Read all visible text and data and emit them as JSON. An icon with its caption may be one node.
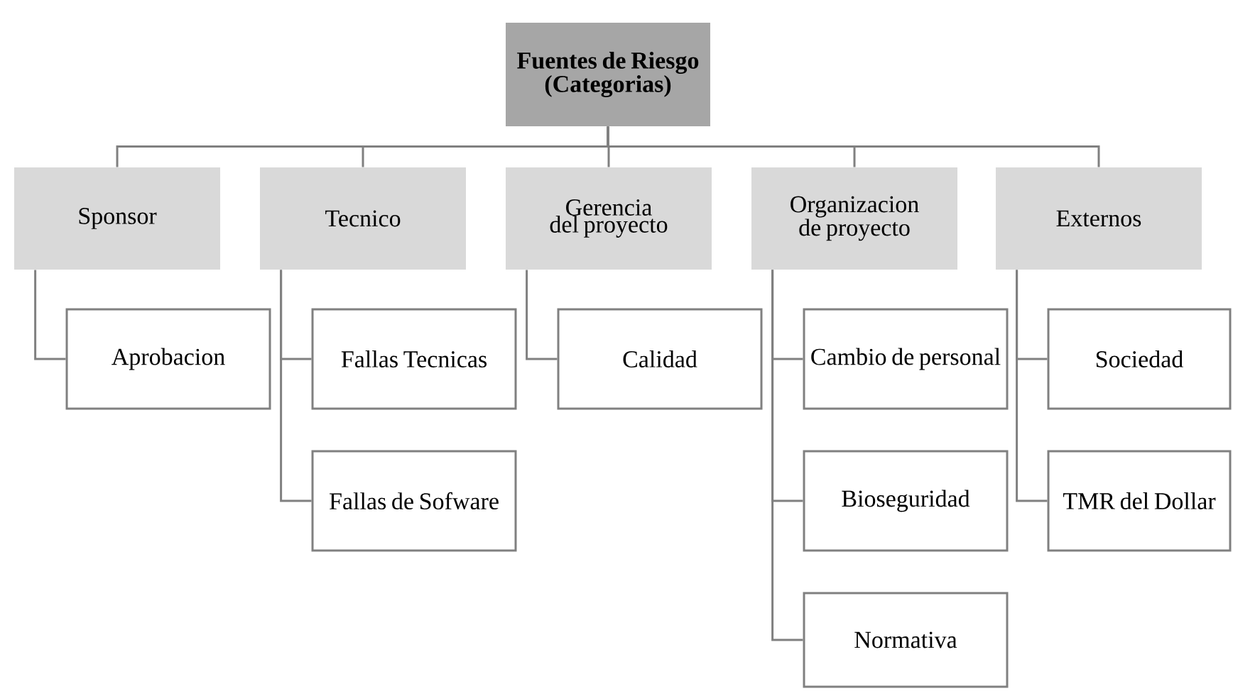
{
  "diagram": {
    "nodes": [
      {
        "text": [
          "Fuentes de Riesgo (Categorias)"
        ]
      },
      {
        "text": [
          "Sponsor"
        ]
      },
      {
        "text": [
          "Aprobacion"
        ]
      },
      {
        "text": [
          "Tecnico"
        ]
      },
      {
        "text": [
          "Fallas Tecnicas"
        ]
      },
      {
        "text": [
          "Fallas de Sofware"
        ]
      },
      {
        "text": [
          "Gerencia del proyecto"
        ]
      },
      {
        "text": [
          "Calidad"
        ]
      },
      {
        "text": [
          "Organizacion de proyecto"
        ]
      },
      {
        "text": [
          "Cambio de personal"
        ]
      },
      {
        "text": [
          "Bioseguridad"
        ]
      },
      {
        "text": [
          "Normativa"
        ]
      },
      {
        "text": [
          "Externos"
        ]
      },
      {
        "text": [
          "Sociedad"
        ]
      },
      {
        "text": [
          "TMR del Dollar"
        ]
      }
    ],
    "edges": [
      {
        "from": 0,
        "to": 1,
        "arrow": "none"
      },
      {
        "from": 0,
        "to": 3,
        "arrow": "none"
      },
      {
        "from": 0,
        "to": 6,
        "arrow": "none"
      },
      {
        "from": 0,
        "to": 8,
        "arrow": "none"
      },
      {
        "from": 0,
        "to": 12,
        "arrow": "none"
      },
      {
        "from": 1,
        "to": 2,
        "arrow": "none"
      },
      {
        "from": 3,
        "to": 4,
        "arrow": "none"
      },
      {
        "from": 3,
        "to": 5,
        "arrow": "none"
      },
      {
        "from": 6,
        "to": 7,
        "arrow": "none"
      },
      {
        "from": 8,
        "to": 9,
        "arrow": "none"
      },
      {
        "from": 8,
        "to": 10,
        "arrow": "none"
      },
      {
        "from": 8,
        "to": 11,
        "arrow": "none"
      },
      {
        "from": 12,
        "to": 13,
        "arrow": "none"
      },
      {
        "from": 12,
        "to": 14,
        "arrow": "none"
      }
    ]
  }
}
